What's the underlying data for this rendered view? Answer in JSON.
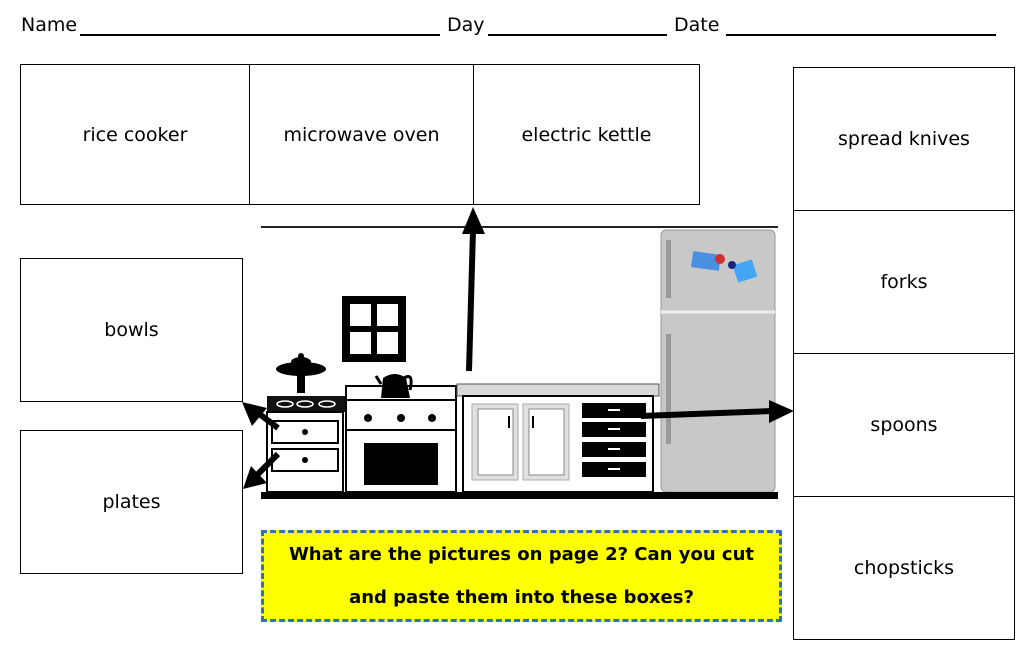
{
  "header": {
    "name_label": "Name",
    "day_label": "Day",
    "date_label": "Date"
  },
  "top_boxes": [
    "rice cooker",
    "microwave oven",
    "electric kettle"
  ],
  "left_boxes": [
    "bowls",
    "plates"
  ],
  "right_boxes": [
    "spread knives",
    "forks",
    "spoons",
    "chopsticks"
  ],
  "instruction": {
    "line1": "What are the pictures on page 2? Can you cut",
    "line2": "and paste them into these boxes?"
  },
  "colors": {
    "note_bg": "#ffff00",
    "note_border": "#2e74b5",
    "fridge": "#c8c8c8"
  }
}
